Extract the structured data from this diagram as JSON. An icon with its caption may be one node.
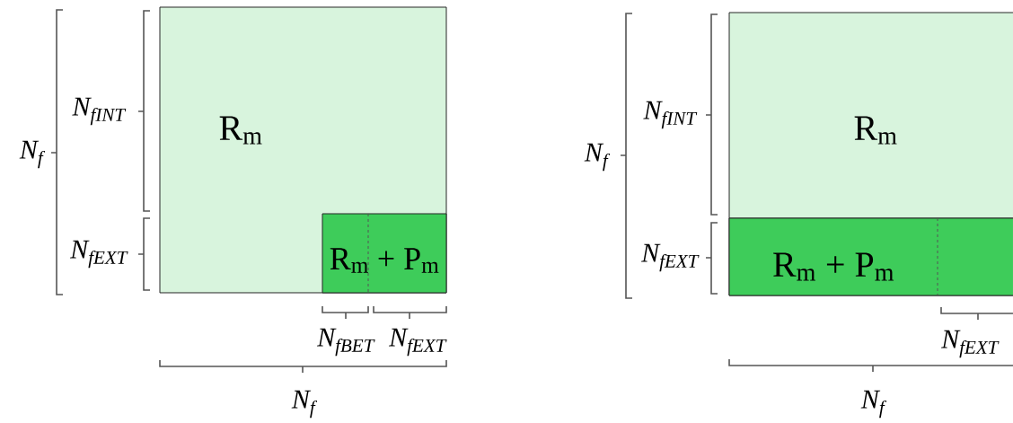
{
  "diagram": {
    "nodes": [
      {
        "text": [
          "R$_{m}$"
        ]
      },
      {
        "text": [
          "R$_{m}$ + P$_{m}$"
        ],
        "in": 0
      },
      {
        "text": [
          "R$_{m}$"
        ]
      },
      {
        "text": [
          "R$_{m}$ + P$_{m}$"
        ],
        "in": 2
      }
    ],
    "labels": [
      "N$_{f}$",
      "N$_{fINT}$",
      "N$_{fEXT}$",
      "N$_{fBET}$",
      "N$_{fEXT}$",
      "N$_{f}$",
      "N$_{f}$",
      "N$_{fINT}$",
      "N$_{fEXT}$",
      "N$_{fEXT}$",
      "N$_{f}$"
    ]
  }
}
